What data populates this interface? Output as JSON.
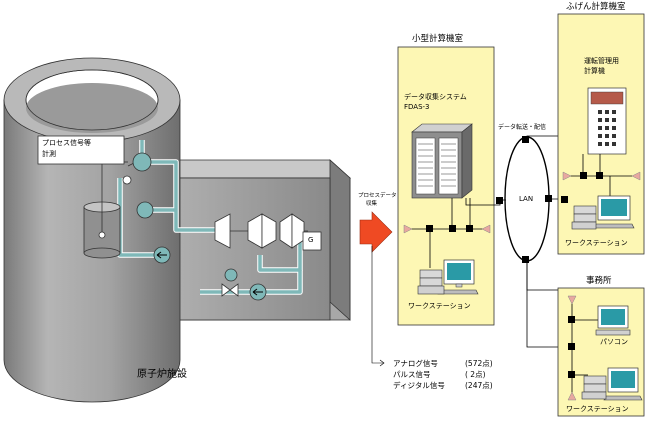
{
  "reactor": {
    "label": "原子炉施設",
    "process_signal_label_line1": "プロセス信号等",
    "process_signal_label_line2": "計測",
    "generator_label": "G"
  },
  "arrow": {
    "label_line1": "プロセスデータ",
    "label_line2": "収集"
  },
  "signals": [
    {
      "name": "アナログ信号",
      "count": "(572点)"
    },
    {
      "name": "パルス信号",
      "count": "( 2点)"
    },
    {
      "name": "ディジタル信号",
      "count": "(247点)"
    }
  ],
  "small_room": {
    "title": "小型計算機室",
    "system_line1": "データ収集システム",
    "system_line2": "FDAS-3",
    "workstation_label": "ワークステーション"
  },
  "lan": {
    "label": "LAN",
    "transfer_label": "データ転送・配信"
  },
  "fugen_room": {
    "title": "ふげん計算機室",
    "computer_line1": "運転管理用",
    "computer_line2": "計算機",
    "workstation_label": "ワークステーション"
  },
  "office": {
    "title": "事務所",
    "pc_label": "パソコン",
    "workstation_label": "ワークステーション"
  },
  "colors": {
    "room_fill": "#fdf7b4",
    "reactor_fill": "#a6a6a6",
    "pipe_teal": "#7fb8b8",
    "arrow_red": "#ef4a23",
    "screen_teal": "#2a9aa6"
  }
}
